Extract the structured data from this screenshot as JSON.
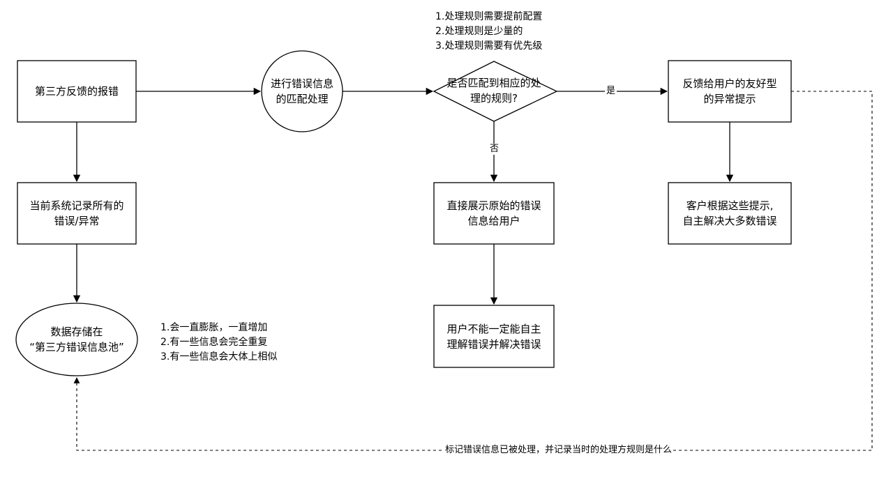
{
  "nodes": {
    "third_party_error": "第三方反馈的报错",
    "match_process": "进行错误信息\n的匹配处理",
    "decision": "是否匹配到相应的处\n理的规则?",
    "friendly_message": "反馈给用户的友好型\n的异常提示",
    "system_record": "当前系统记录所有的\n错误/异常",
    "show_raw": "直接展示原始的错误\n信息给用户",
    "customer_solve": "客户根据这些提示,\n自主解决大多数错误",
    "data_pool": "数据存储在\n“第三方错误信息池”",
    "user_cannot": "用户不能一定能自主\n理解错误并解决错误"
  },
  "notes": {
    "rules_note": "1.处理规则需要提前配置\n2.处理规则是少量的\n3.处理规则需要有优先级",
    "pool_note": "1.会一直膨胀，一直增加\n2.有一些信息会完全重复\n3.有一些信息会大体上相似"
  },
  "edge_labels": {
    "yes": "是",
    "no": "否",
    "feedback": "标记错误信息已被处理，并记录当时的处理方规则是什么"
  }
}
